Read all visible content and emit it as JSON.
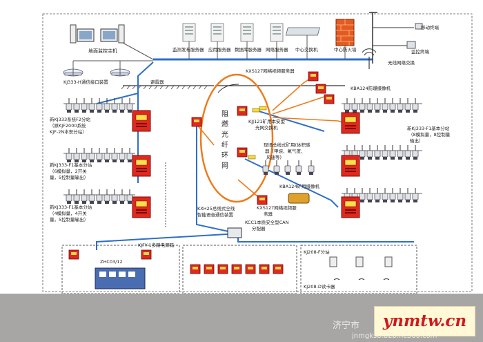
{
  "labels": {
    "monitor_host": "地面监控主机",
    "kj333h_interface": "KJ333-H通信接口装置",
    "lightning": "避雷器",
    "server_publish": "监测发布服务器",
    "server_app": "应用服务器",
    "server_db": "数据库服务器",
    "server_gw": "网络服务器",
    "core_switch": "中心交换机",
    "firewall": "中心防火墙",
    "mobile_terminal": "移动终端",
    "tablet": "监控终端",
    "wireless_switch": "无线网络交换",
    "video_server": "KXS127网络视频服务器",
    "kba124_top": "KBA124防爆摄像机",
    "kj121_switch": "KJJ121矿用本安型",
    "kj121_switch2": "光网交换机",
    "ring_1": "阻",
    "ring_2": "燃",
    "ring_3": "光",
    "ring_4": "纤",
    "ring_5": "环",
    "ring_6": "网",
    "bus_sensor": "现场总线式矿用(体积感",
    "bus_sensor2": "器（甲烷、氧气度、",
    "bus_sensor3": "风速等)",
    "kba124_mid": "KBA124矿用摄像机",
    "kxs127_mid": "KXS127网络视频服",
    "kxs127_mid2": "务器",
    "kcc": "KCC1本质安全型CAN",
    "kcc2": "分配器",
    "kx025": "KXH25总线式全线",
    "kx025b": "智能语音通信装置",
    "left1_a": "新KJ333系统F2分站",
    "left1_b": "（原KJF2000系统",
    "left1_c": "KJF-2N本安分站）",
    "left2_a": "新KJ333-F1基本分站",
    "left2_b": "（6模拟量，2开关",
    "left2_c": "量，5控制量输出）",
    "left3_a": "新KJ333-F1基本分站",
    "left3_b": "（4模拟量，4开关",
    "left3_c": "量，5控制量输出）",
    "right1_a": "新KJ333-F1基本分站",
    "right1_b": "（8模拟量，8控制量",
    "right1_c": "输出）",
    "kjfy": "KJFY-1多路电源箱",
    "zhc": "ZHC03/12",
    "kj208_a": "KJ208-F分站",
    "kj208_b": "KJ208-D读卡器"
  },
  "footer": {
    "line1": "济宁市",
    "line2": "jnmgksb.b2b.hc360.com"
  }
}
